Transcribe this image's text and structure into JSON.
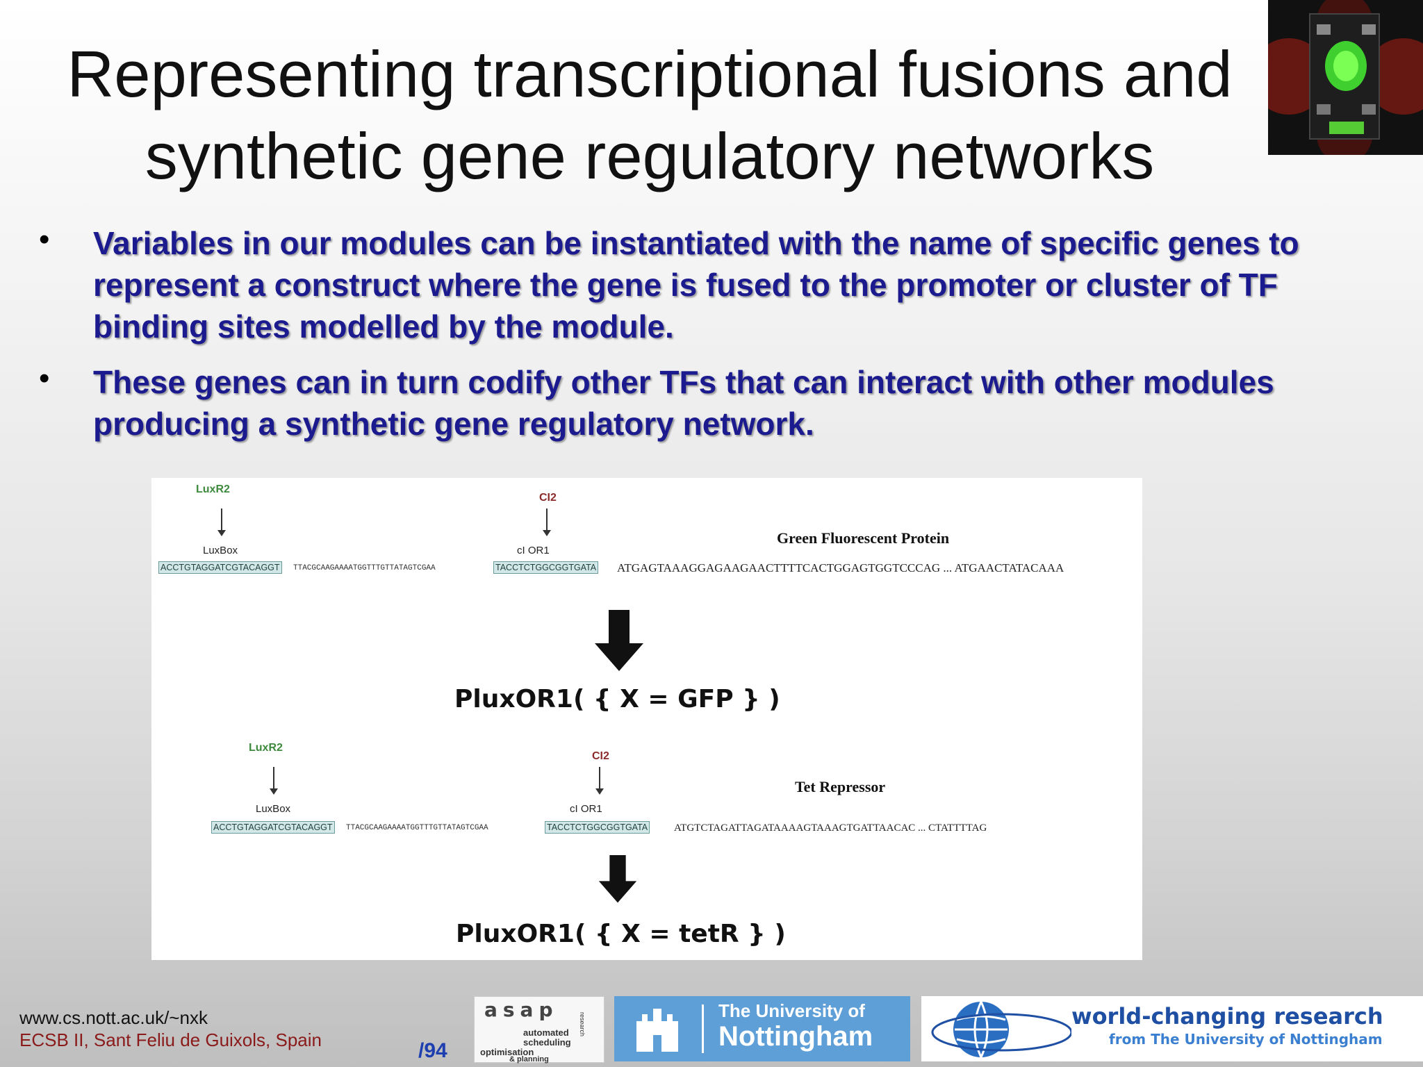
{
  "title": {
    "line1": "Representing transcriptional fusions and",
    "line2": "synthetic gene regulatory networks"
  },
  "bullets": [
    {
      "marker": "•",
      "text": "Variables in our modules can be instantiated with the name of specific genes to represent a construct where the gene is fused to the promoter or cluster of TF binding sites modelled by the module."
    },
    {
      "marker": "•",
      "text": "These genes can in turn codify other TFs that can interact with other modules producing a synthetic gene regulatory network."
    }
  ],
  "figure": {
    "top": {
      "regulator1": "LuxR2",
      "regulator2": "CI2",
      "site1": "LuxBox",
      "site2": "cI OR1",
      "seq_box1": "ACCTGTAGGATCGTACAGGT",
      "seq_mid": "TTACGCAAGAAAATGGTTTGTTATAGTCGAA",
      "seq_box2": "TACCTCTGGCGGTGATA",
      "gene_seq": "ATGAGTAAAGGAGAAGAACTTTTCACTGGAGTGGTCCCAG ... ATGAACTATACAAA",
      "protein": "Green Fluorescent Protein",
      "formula": "PluxOR1( { X = GFP } )"
    },
    "bottom": {
      "regulator1": "LuxR2",
      "regulator2": "CI2",
      "site1": "LuxBox",
      "site2": "cI OR1",
      "seq_box1": "ACCTGTAGGATCGTACAGGT",
      "seq_mid": "TTACGCAAGAAAATGGTTTGTTATAGTCGAA",
      "seq_box2": "TACCTCTGGCGGTGATA",
      "gene_seq": "ATGTCTAGATTAGATAAAAGTAAAGTGATTAACAC ... CTATTTTAG",
      "protein": "Tet Repressor",
      "formula": "PluxOR1( { X = tetR } )"
    }
  },
  "footer": {
    "url": "www.cs.nott.ac.uk/~nxk",
    "venue": "ECSB II, Sant Feliu de Guixols, Spain",
    "page": "/94"
  },
  "logos": {
    "asap": {
      "word": "asap",
      "l1": "automated",
      "l2": "scheduling",
      "l3": "optimisation",
      "l4": "& planning",
      "side": "research"
    },
    "nottingham": {
      "line1": "The University of",
      "line2": "Nottingham"
    },
    "world": {
      "line1": "world-changing research",
      "line2": "from The University of Nottingham"
    }
  }
}
